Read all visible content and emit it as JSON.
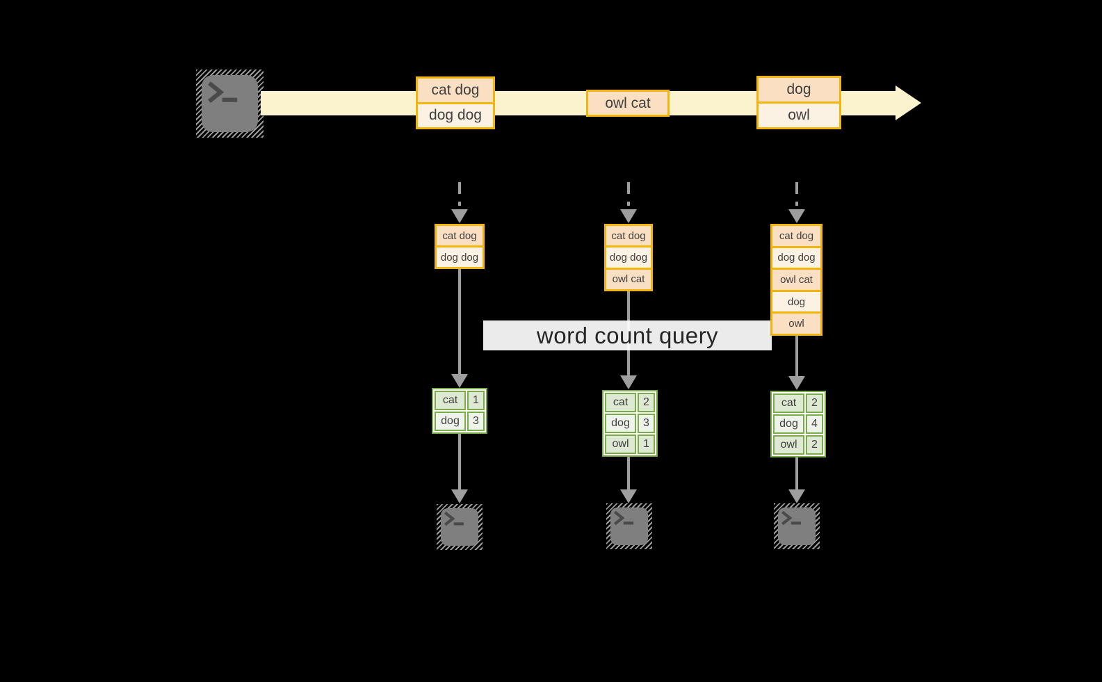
{
  "colors": {
    "background": "#000000",
    "gold": "#F2B50A",
    "peach": "#FADFC3",
    "cream": "#FCF2E3",
    "band": "#FBF2CE",
    "green": "#79AD48",
    "green-light": "#DDE9D2",
    "green-pale": "#EEF4EA",
    "gray": "#9E9E9E",
    "icon-gray": "#7F7F7F",
    "glyph-gray": "#4A4A4A",
    "text": "#3F3F3F",
    "query-text": "#262626"
  },
  "icons": {
    "source": "terminal-icon",
    "sink1": "terminal-icon",
    "sink2": "terminal-icon",
    "sink3": "terminal-icon"
  },
  "query": {
    "label": "word count query"
  },
  "stream": {
    "batches": [
      {
        "records": [
          "cat dog",
          "dog dog"
        ]
      },
      {
        "records": [
          "owl cat"
        ]
      },
      {
        "records": [
          "dog",
          "owl"
        ]
      }
    ]
  },
  "columns": [
    {
      "state": [
        "cat dog",
        "dog dog"
      ],
      "result": [
        {
          "word": "cat",
          "count": "1"
        },
        {
          "word": "dog",
          "count": "3"
        }
      ]
    },
    {
      "state": [
        "cat dog",
        "dog dog",
        "owl cat"
      ],
      "result": [
        {
          "word": "cat",
          "count": "2"
        },
        {
          "word": "dog",
          "count": "3"
        },
        {
          "word": "owl",
          "count": "1"
        }
      ]
    },
    {
      "state": [
        "cat dog",
        "dog dog",
        "owl cat",
        "dog",
        "owl"
      ],
      "result": [
        {
          "word": "cat",
          "count": "2"
        },
        {
          "word": "dog",
          "count": "4"
        },
        {
          "word": "owl",
          "count": "2"
        }
      ]
    }
  ]
}
